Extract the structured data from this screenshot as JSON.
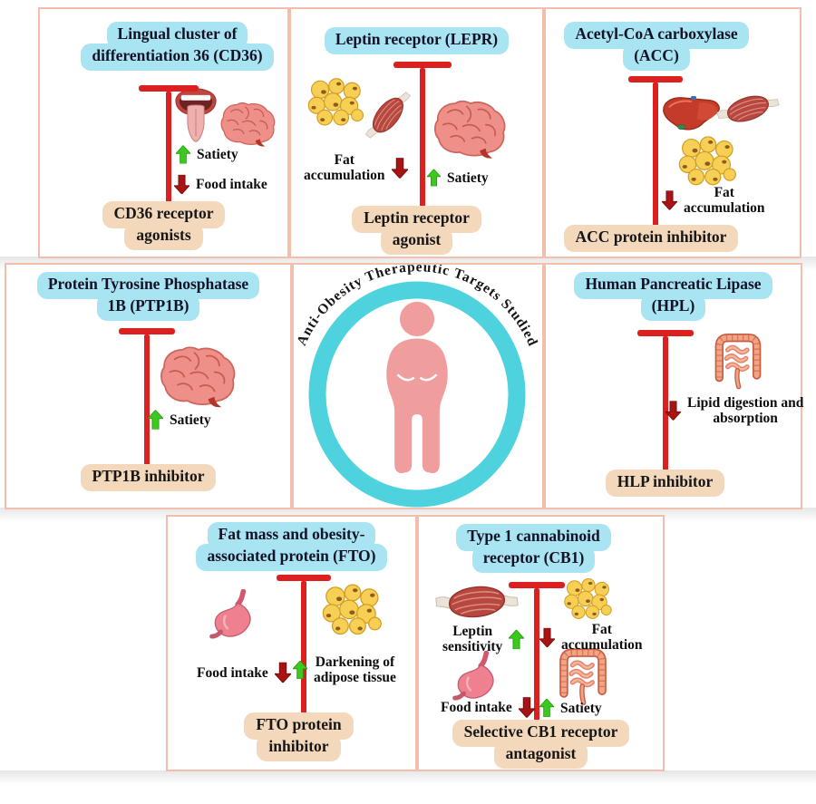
{
  "figure": {
    "ring_title": "Anti-Obesity Therapeutic Targets Studied"
  },
  "colors": {
    "header_bg": "#a9e4f2",
    "label_bg": "#f3d8bc",
    "inhibit": "#dc1f1f",
    "arrow_up": "#3cc81f",
    "arrow_down": "#a81313",
    "panel_border": "#f5beac",
    "ink": "#121226",
    "ring": "#4ed3de",
    "body": "#ef9d9d"
  },
  "panels": {
    "cd36": {
      "title": [
        "Lingual cluster of",
        "differentiation 36 (CD36)"
      ],
      "label": [
        "CD36 receptor",
        "agonists"
      ],
      "effects": {
        "satiety": "Satiety",
        "food_intake": "Food intake"
      }
    },
    "lepr": {
      "title": [
        "Leptin receptor (LEPR)"
      ],
      "label": [
        "Leptin receptor",
        "agonist"
      ],
      "effects": {
        "fat_accumulation": [
          "Fat",
          "accumulation"
        ],
        "satiety": "Satiety"
      }
    },
    "acc": {
      "title": [
        "Acetyl-CoA carboxylase",
        "(ACC)"
      ],
      "label": [
        "ACC protein inhibitor"
      ],
      "effects": {
        "fat_accumulation": [
          "Fat",
          "accumulation"
        ]
      }
    },
    "ptp1b": {
      "title": [
        "Protein Tyrosine Phosphatase",
        "1B (PTP1B)"
      ],
      "label": [
        "PTP1B inhibitor"
      ],
      "effects": {
        "satiety": "Satiety"
      }
    },
    "hpl": {
      "title": [
        "Human Pancreatic Lipase",
        "(HPL)"
      ],
      "label": [
        "HLP inhibitor"
      ],
      "effects": {
        "lipid": [
          "Lipid digestion and",
          "absorption"
        ]
      }
    },
    "fto": {
      "title": [
        "Fat mass and obesity-",
        "associated protein (FTO)"
      ],
      "label": [
        "FTO protein",
        "inhibitor"
      ],
      "effects": {
        "food_intake": "Food intake",
        "darkening": [
          "Darkening of",
          "adipose tissue"
        ]
      }
    },
    "cb1": {
      "title": [
        "Type 1 cannabinoid",
        "receptor (CB1)"
      ],
      "label": [
        "Selective CB1 receptor",
        "antagonist"
      ],
      "effects": {
        "leptin_sensitivity": [
          "Leptin",
          "sensitivity"
        ],
        "fat_accumulation": [
          "Fat",
          "accumulation"
        ],
        "food_intake": "Food intake",
        "satiety": "Satiety"
      }
    }
  }
}
